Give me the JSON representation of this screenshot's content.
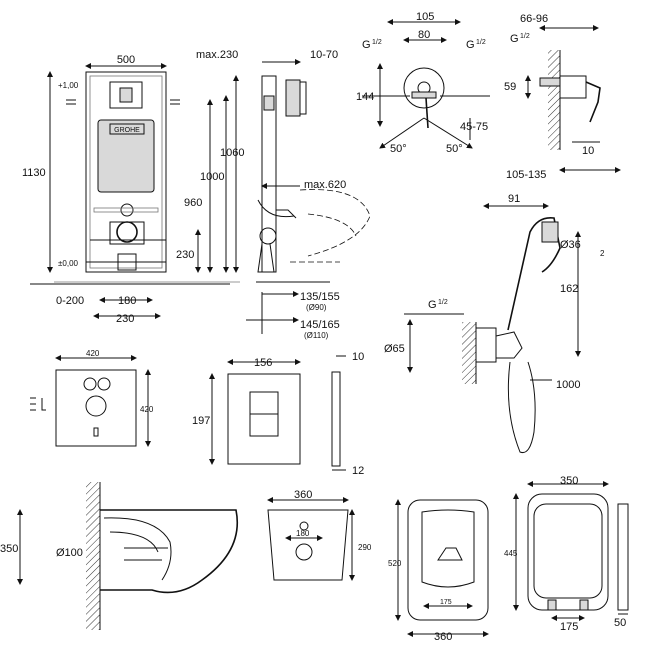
{
  "frame": {
    "width": "500",
    "height_total": "1130",
    "height_1060": "1060",
    "height_1000": "1000",
    "height_960": "960",
    "height_230": "230",
    "max_230": "max.230",
    "range_10_70": "10-70",
    "max_620": "max.620",
    "range_0_200": "0-200",
    "width_180": "180",
    "width_230": "230",
    "level_plus": "+1,00",
    "level_zero": "±0,00",
    "pipe_135_155": "135/155",
    "pipe_d90": "(Ø90)",
    "pipe_145_165": "145/165",
    "pipe_d110": "(Ø110)",
    "brand": "GROHE"
  },
  "mixer": {
    "d105": "105",
    "d80": "80",
    "thread_g": "G",
    "thread_frac": "1/2",
    "d144": "144",
    "d45_75": "45-75",
    "angle_left": "50°",
    "angle_right": "50°",
    "d66_96": "66-96",
    "d59": "59",
    "d10": "10",
    "d105_135": "105-135"
  },
  "shower": {
    "d91": "91",
    "d36": "Ø36",
    "d162": "162",
    "d65": "Ø65",
    "d1000": "1000",
    "label_2": "2"
  },
  "plate": {
    "d420a": "420",
    "d420b": "420"
  },
  "button": {
    "d156": "156",
    "d197": "197",
    "d10": "10",
    "d12": "12"
  },
  "bowl": {
    "d350": "350",
    "d100": "Ø100",
    "d360": "360",
    "d180": "180",
    "d290": "290",
    "d520": "520",
    "d175": "175",
    "d360b": "360"
  },
  "seat": {
    "d350": "350",
    "d445": "445",
    "d175": "175",
    "d50": "50"
  }
}
